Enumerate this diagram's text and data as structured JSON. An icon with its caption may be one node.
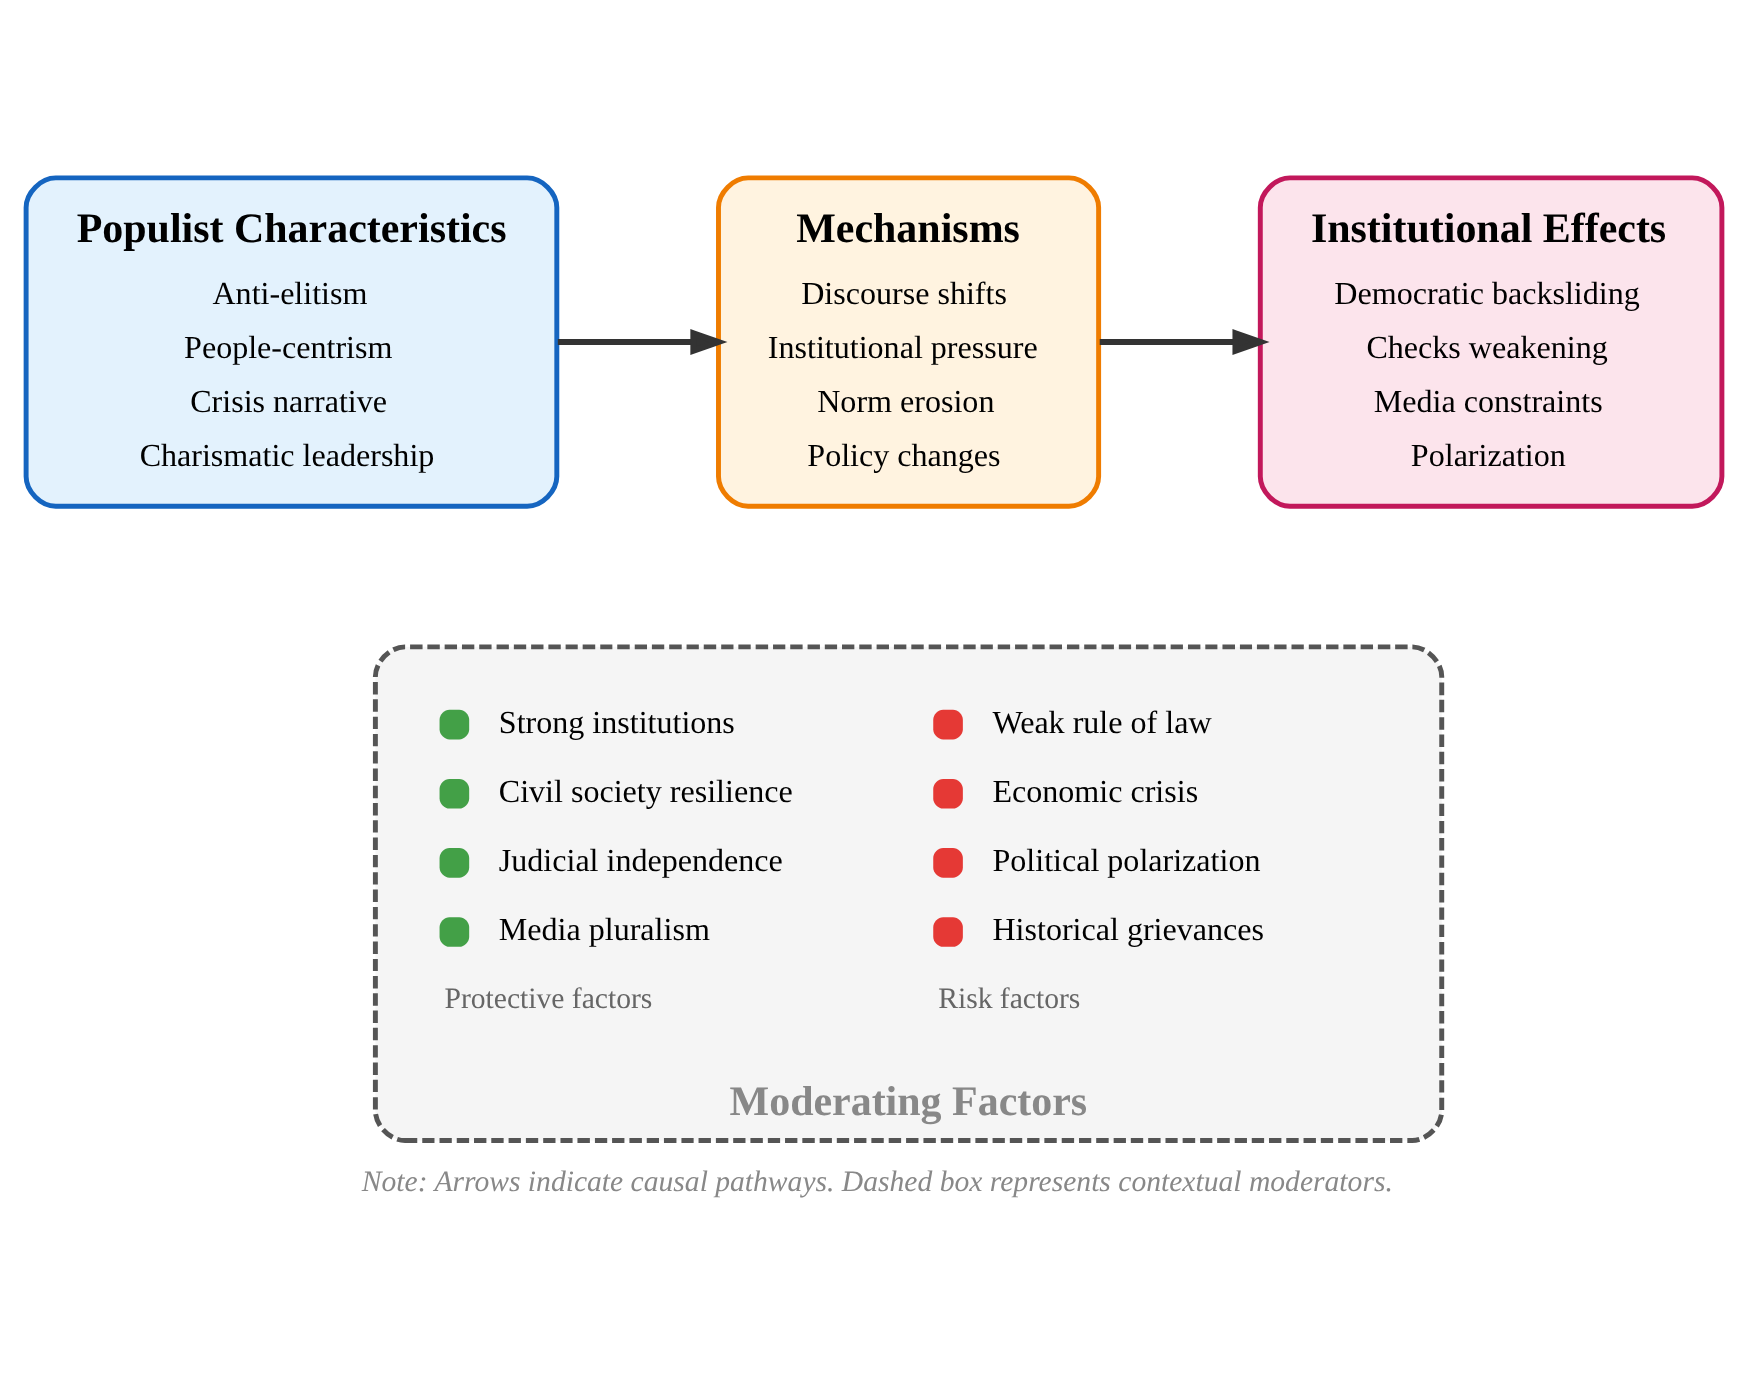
{
  "diagram": {
    "caption": "Note: Arrows indicate causal pathways. Dashed box represents contextual moderators.",
    "nodes": [
      {
        "text": [
          "Populist Characteristics",
          "Anti-elitism",
          "People-centrism",
          "Crisis narrative",
          "Charismatic leadership"
        ]
      },
      {
        "text": [
          "Mechanisms",
          "Discourse shifts",
          "Institutional pressure",
          "Norm erosion",
          "Policy changes"
        ]
      },
      {
        "text": [
          "Institutional Effects",
          "Democratic backsliding",
          "Checks weakening",
          "Media constraints",
          "Polarization"
        ]
      },
      {
        "text": [
          "Moderating Factors"
        ]
      }
    ],
    "edges": [
      {
        "from": 0,
        "to": 1,
        "arrow": "to"
      },
      {
        "from": 1,
        "to": 2,
        "arrow": "to"
      }
    ],
    "labels": [
      "Protective factors",
      "Risk factors"
    ],
    "legend": [
      {
        "text": "Strong institutions",
        "color": "#43a047"
      },
      {
        "text": "Weak rule of law",
        "color": "#e53935"
      },
      {
        "text": "Civil society resilience",
        "color": "#43a047"
      },
      {
        "text": "Economic crisis",
        "color": "#e53935"
      },
      {
        "text": "Judicial independence",
        "color": "#43a047"
      },
      {
        "text": "Political polarization",
        "color": "#e53935"
      },
      {
        "text": "Media pluralism",
        "color": "#43a047"
      },
      {
        "text": "Historical grievances",
        "color": "#e53935"
      }
    ]
  }
}
